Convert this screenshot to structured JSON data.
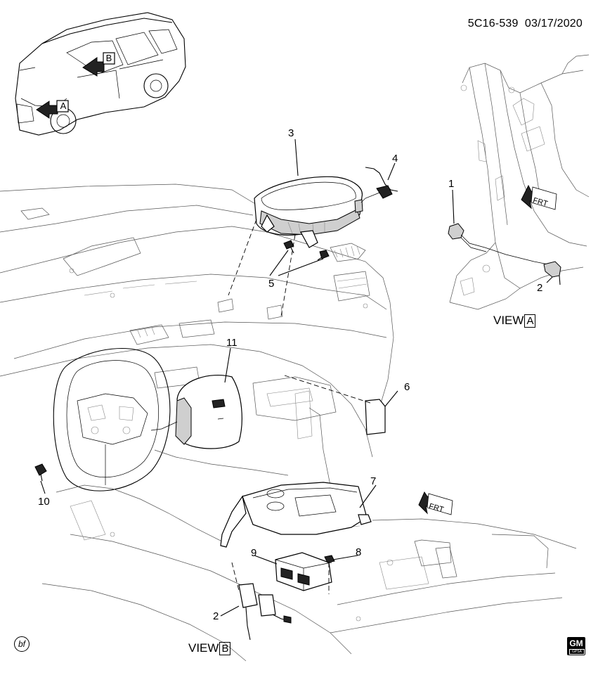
{
  "header": {
    "diagram_code": "5C16-539",
    "date": "03/17/2020"
  },
  "inset_labels": {
    "view_a_arrow": "A",
    "view_b_arrow": "B"
  },
  "callouts": [
    "1",
    "2",
    "3",
    "4",
    "5",
    "6",
    "7",
    "8",
    "9",
    "10",
    "11",
    "2"
  ],
  "views": {
    "view_a": {
      "prefix": "VIEW",
      "letter": "A"
    },
    "view_b": {
      "prefix": "VIEW",
      "letter": "B"
    }
  },
  "direction_label": "FRT",
  "footer": {
    "code": "bf",
    "logo_text": "GM",
    "logo_sub": "GPSA"
  }
}
